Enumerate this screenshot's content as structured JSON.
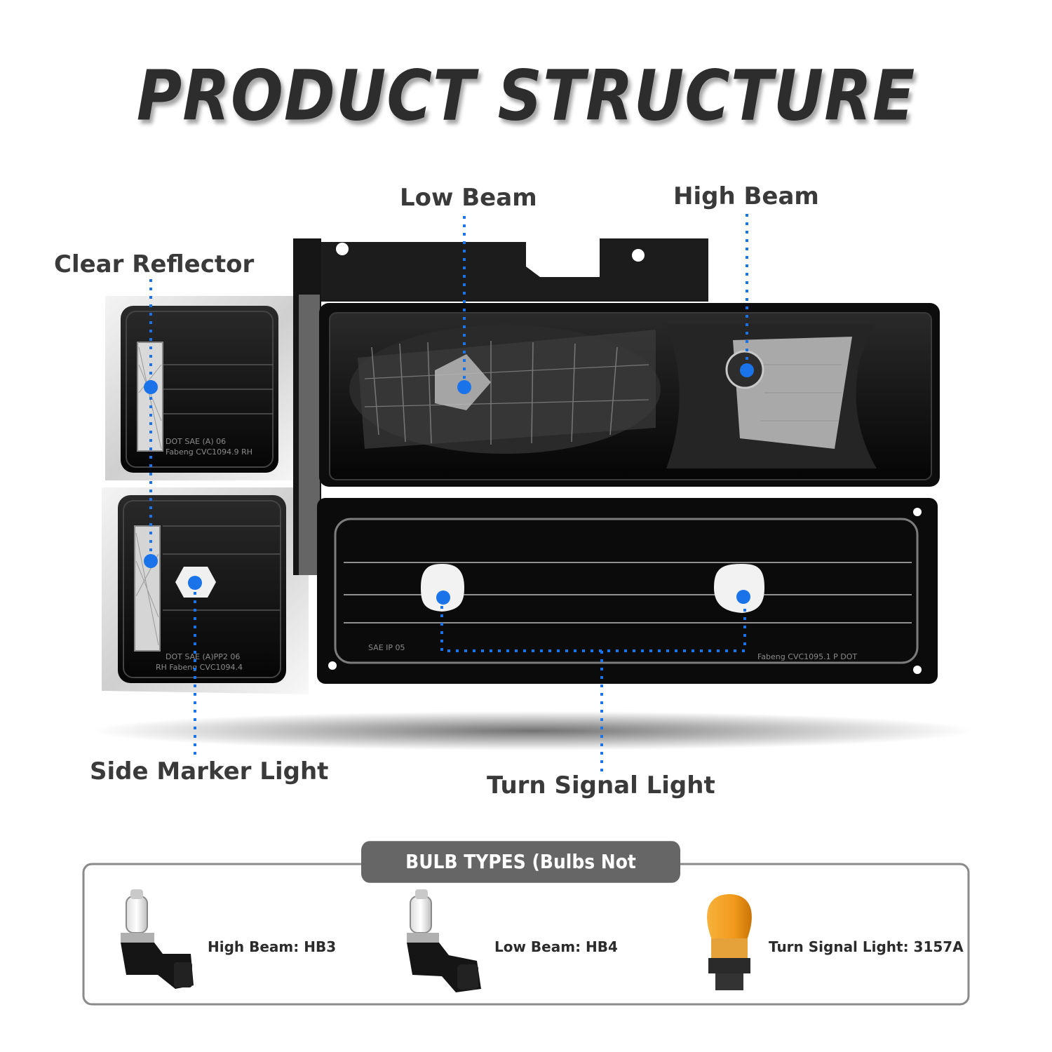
{
  "title": "PRODUCT STRUCTURE",
  "callouts": {
    "low_beam": "Low Beam",
    "high_beam": "High Beam",
    "clear_reflector": "Clear Reflector",
    "side_marker_light": "Side Marker Light",
    "turn_signal_light": "Turn Signal Light"
  },
  "bulb_types": {
    "heading": "BULB TYPES (Bulbs Not Included)",
    "items": [
      {
        "label": "High Beam: HB3",
        "icon": "hb3-bulb-icon"
      },
      {
        "label": "Low Beam: HB4",
        "icon": "hb4-bulb-icon"
      },
      {
        "label": "Turn Signal Light: 3157A",
        "icon": "3157a-bulb-icon"
      }
    ]
  },
  "lens_markings": {
    "corner_upper": [
      "DOT SAE (A) 06",
      "Fabeng CVC1094.9 RH"
    ],
    "corner_lower": [
      "DOT SAE (A)PP2 06",
      "RH   Fabeng CVC1094.4"
    ],
    "bumper_left": "SAE IP 05",
    "bumper_right": "Fabeng CVC1095.1 P DOT"
  },
  "colors": {
    "accent_dot": "#1a73e8",
    "leader_line": "#1a73e8",
    "housing": "#0b0b0b",
    "panel_border": "#8a8a8a",
    "heading_bg": "#666666",
    "amber_bulb": "#f2a024"
  }
}
